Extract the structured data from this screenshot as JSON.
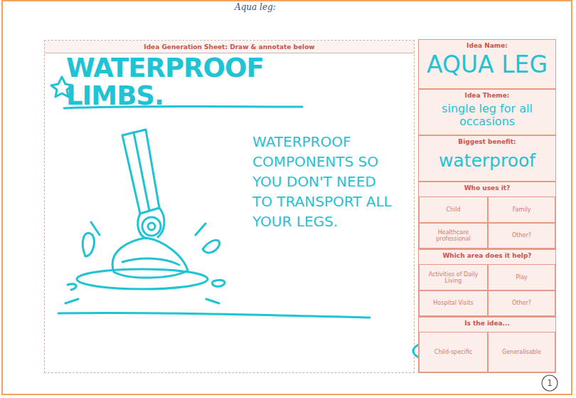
{
  "diagram": {
    "nodes": [
      {
        "text": [
          "Idea Generation Sheet: Draw & annotate below",
          "WATERPROOF LIMBS.",
          "WATERPROOF COMPONENTS SO YOU DON'T NEED TO TRANSPORT ALL YOUR LEGS."
        ]
      },
      {
        "text": [
          "Idea Name:",
          "AQUA LEG"
        ]
      },
      {
        "text": [
          "Idea Theme:",
          "single leg for all occasions"
        ]
      },
      {
        "text": [
          "Biggest benefit:",
          "waterproof"
        ]
      },
      {
        "text": [
          "Who uses it?"
        ]
      },
      {
        "text": [
          "Child"
        ],
        "in": 4
      },
      {
        "text": [
          "Family"
        ],
        "in": 4
      },
      {
        "text": [
          "Healthcare professional"
        ],
        "in": 4
      },
      {
        "text": [
          "Other?"
        ],
        "in": 4
      },
      {
        "text": [
          "Which area does it help?"
        ]
      },
      {
        "text": [
          "Activities of Daily Living"
        ],
        "in": 9
      },
      {
        "text": [
          "Play"
        ],
        "in": 9
      },
      {
        "text": [
          "Hospital Visits"
        ],
        "in": 9
      },
      {
        "text": [
          "Other?"
        ],
        "in": 9
      },
      {
        "text": [
          "Is the idea..."
        ]
      },
      {
        "text": [
          "Child-specific"
        ],
        "in": 14
      },
      {
        "text": [
          "Generalisable"
        ],
        "in": 14
      }
    ],
    "labels": [
      "Aqua leg:",
      "1"
    ]
  }
}
